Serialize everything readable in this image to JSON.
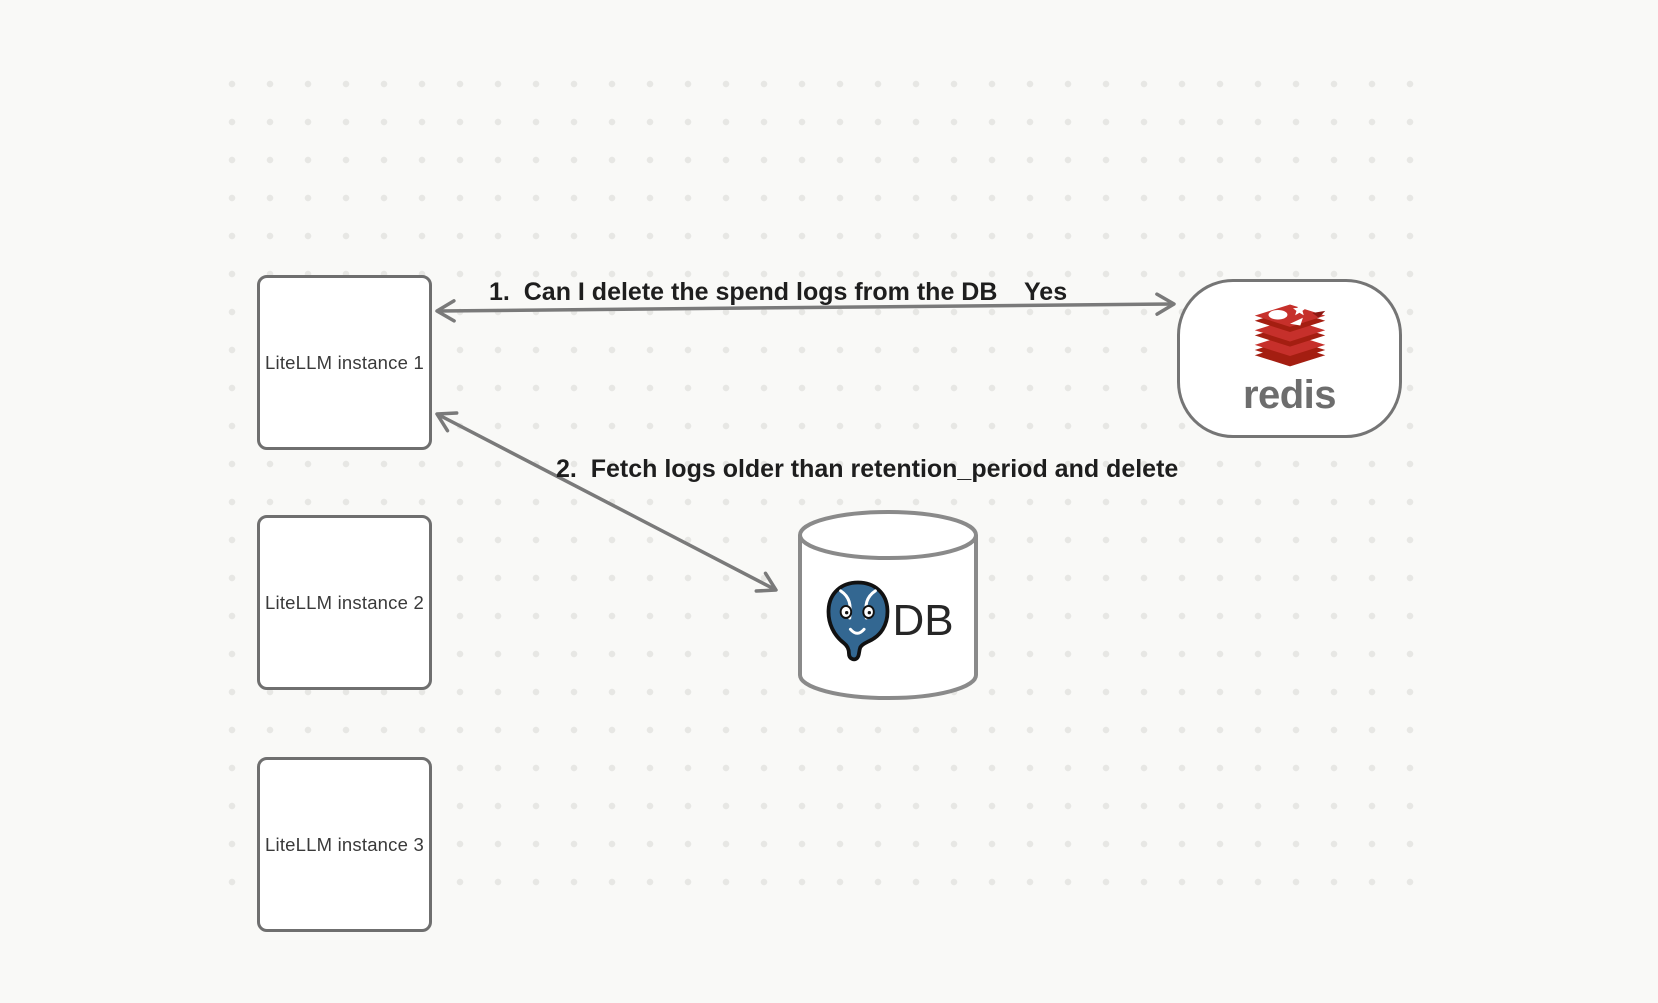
{
  "canvas": {
    "background_color": "#f9f9f7",
    "dot_color": "#e7e7e4"
  },
  "nodes": {
    "instances": [
      {
        "label": "LiteLLM instance 1"
      },
      {
        "label": "LiteLLM instance 2"
      },
      {
        "label": "LiteLLM instance 3"
      }
    ],
    "redis": {
      "wordmark": "redis",
      "icon": "redis-logo-icon"
    },
    "db": {
      "label": "DB",
      "icon": "postgres-elephant-icon",
      "shape": "cylinder"
    }
  },
  "edges": {
    "edge1": {
      "label": "1.  Can I delete the spend logs from the DB",
      "response": "Yes",
      "from": "redis",
      "to": "LiteLLM instance 1",
      "style": "double-headed-arrow"
    },
    "edge2": {
      "label": "2.  Fetch logs older than retention_period and delete",
      "from": "LiteLLM instance 1",
      "to": "DB",
      "style": "double-headed-arrow"
    }
  },
  "colors": {
    "redis_red": "#C6302B",
    "redis_dark_red": "#A41E11",
    "postgres_blue": "#336791",
    "node_stroke_gray": "#6f6f6f",
    "arrow_gray": "#7a7a7a",
    "label_dark": "#1e1e1e",
    "wordmark_gray": "#6d6d6d"
  }
}
